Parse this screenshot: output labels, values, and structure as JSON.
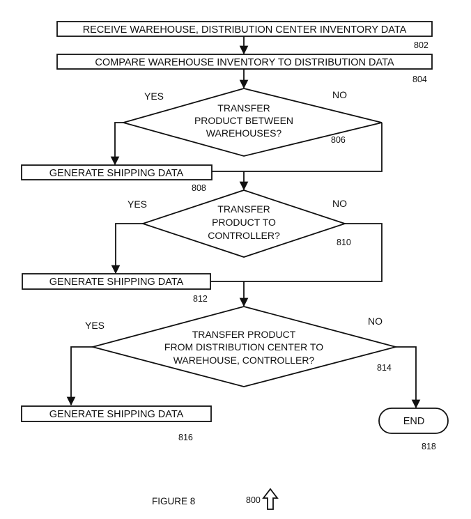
{
  "figure": {
    "caption": "FIGURE 8",
    "figure_ref": "800"
  },
  "steps": {
    "receive": {
      "label": "RECEIVE WAREHOUSE, DISTRIBUTION CENTER INVENTORY DATA",
      "ref": "802"
    },
    "compare": {
      "label": "COMPARE WAREHOUSE INVENTORY TO DISTRIBUTION DATA",
      "ref": "804"
    },
    "ship1": {
      "label": "GENERATE SHIPPING DATA",
      "ref": "808"
    },
    "ship2": {
      "label": "GENERATE SHIPPING DATA",
      "ref": "812"
    },
    "ship3": {
      "label": "GENERATE SHIPPING DATA",
      "ref": "816"
    },
    "end": {
      "label": "END",
      "ref": "818"
    }
  },
  "decisions": {
    "d806": {
      "lines": [
        "TRANSFER",
        "PRODUCT BETWEEN",
        "WAREHOUSES?"
      ],
      "ref": "806",
      "yes": "YES",
      "no": "NO"
    },
    "d810": {
      "lines": [
        "TRANSFER",
        "PRODUCT TO",
        "CONTROLLER?"
      ],
      "ref": "810",
      "yes": "YES",
      "no": "NO"
    },
    "d814": {
      "lines": [
        "TRANSFER PRODUCT",
        "FROM DISTRIBUTION CENTER TO",
        "WAREHOUSE, CONTROLLER?"
      ],
      "ref": "814",
      "yes": "YES",
      "no": "NO"
    }
  }
}
